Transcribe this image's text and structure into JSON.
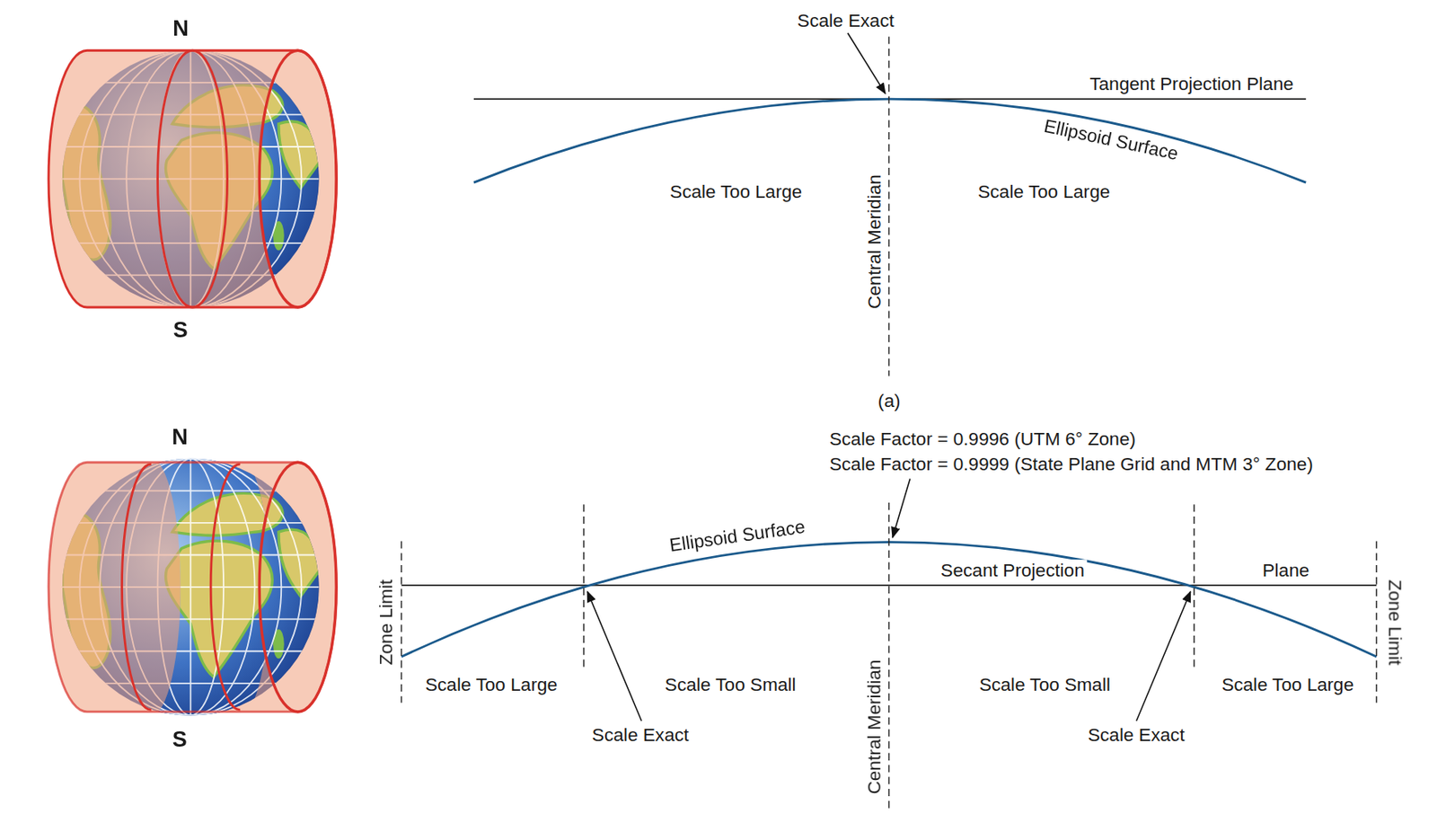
{
  "diagram": {
    "labels": [
      "N",
      "S",
      "Scale Exact",
      "Tangent Projection Plane",
      "Ellipsoid Surface",
      "Scale Too Large",
      "Central Meridian",
      "Scale Too Large",
      "(a)",
      "N",
      "S",
      "Scale Factor = 0.9996 (UTM 6° Zone)",
      "Scale Factor = 0.9999 (State Plane Grid and MTM 3° Zone)",
      "Ellipsoid Surface",
      "Secant Projection",
      "Plane",
      "Zone Limit",
      "Scale Too Large",
      "Scale Too Small",
      "Central Meridian",
      "Scale Too Small",
      "Scale Too Large",
      "Zone Limit",
      "Scale Exact",
      "Scale Exact"
    ]
  }
}
